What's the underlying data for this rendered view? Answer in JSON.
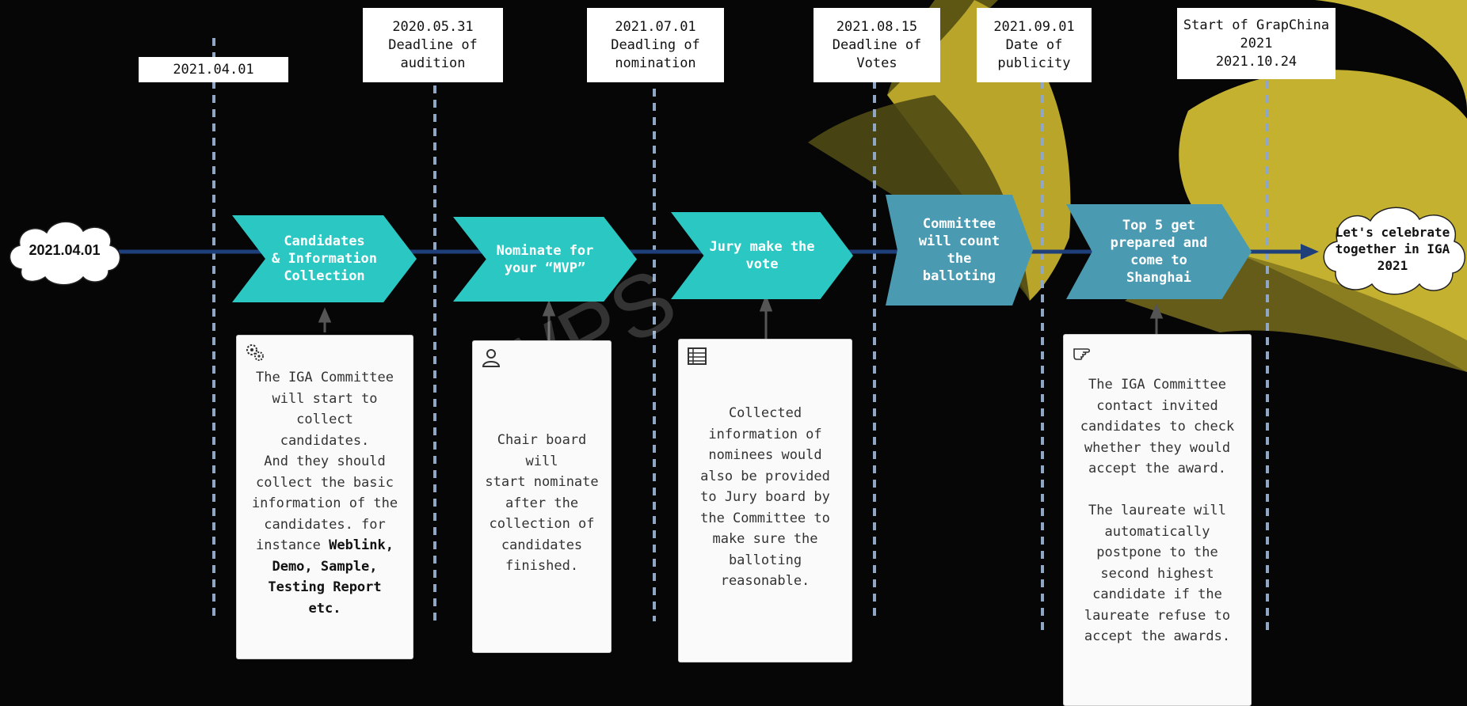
{
  "colors": {
    "background": "#060606",
    "teal": "#2bc7c2",
    "steel_blue": "#4a9bb2",
    "timeline": "#1f3f7a",
    "gold": "#c7b32e"
  },
  "start_cloud": {
    "label": "2021.04.01"
  },
  "end_cloud": {
    "label": "Let's celebrate\ntogether in IGA\n2021"
  },
  "milestones": [
    {
      "text": "2021.04.01"
    },
    {
      "text": "2020.05.31\nDeadline of\naudition"
    },
    {
      "text": "2021.07.01\nDeadling of\nnomination"
    },
    {
      "text": "2021.08.15\nDeadline of\nVotes"
    },
    {
      "text": "2021.09.01\nDate of\npublicity"
    },
    {
      "text": "Start of GrapChina\n2021\n2021.10.24"
    }
  ],
  "stages": [
    {
      "label": "Candidates\n& Information\nCollection"
    },
    {
      "label": "Nominate for\nyour “MVP”"
    },
    {
      "label": "Jury make the\nvote"
    },
    {
      "label": "Committee\nwill count\nthe\nballoting"
    },
    {
      "label": "Top 5 get\nprepared and\ncome to\nShanghai"
    }
  ],
  "cards": [
    {
      "icon": "gears-icon",
      "text": "The IGA Committee\nwill start to\ncollect\ncandidates.\nAnd they should\ncollect the basic\ninformation of the\ncandidates. for\ninstance ",
      "bold": "Weblink,\nDemo, Sample,\nTesting Report\netc."
    },
    {
      "icon": "user-icon",
      "text": "Chair board will\nstart nominate\nafter the\ncollection of\ncandidates\nfinished."
    },
    {
      "icon": "list-icon",
      "text": "Collected\ninformation of\nnominees would\nalso be provided\nto Jury board by\nthe Committee to\nmake sure the\nballoting\nreasonable."
    },
    {
      "icon": "pointing-hand-icon",
      "text": "The IGA Committee\ncontact invited\ncandidates to check\nwhether they would\naccept the award.\n\nThe laureate will\nautomatically\npostpone to the\nsecond highest\ncandidate if the\nlaureate refuse to\naccept the awards."
    }
  ]
}
